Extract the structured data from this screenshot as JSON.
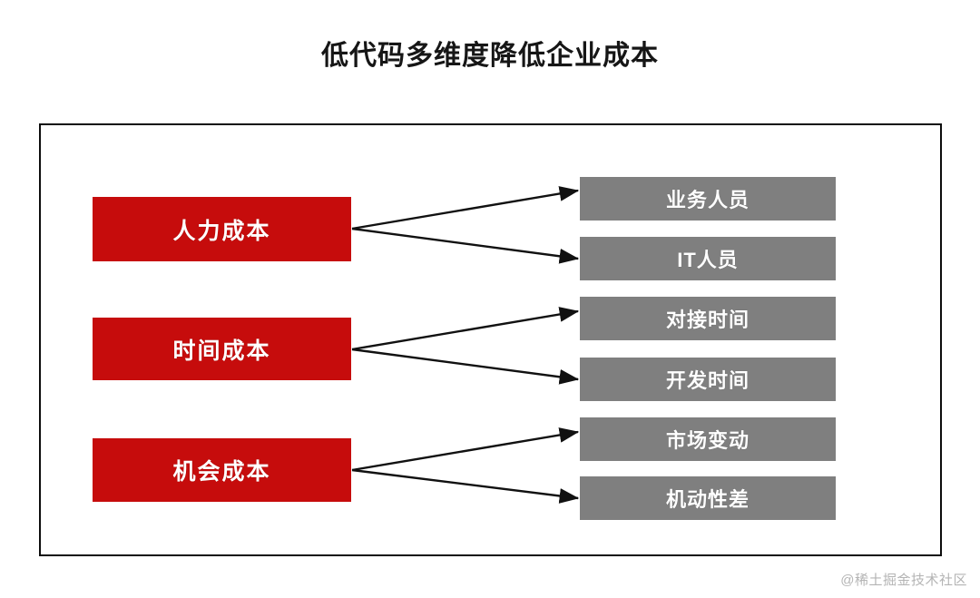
{
  "title": "低代码多维度降低企业成本",
  "colors": {
    "cost_box": "#c60c0c",
    "factor_box": "#7f7f7f",
    "frame_border": "#0d0d0d",
    "arrow": "#111111",
    "title_text": "#161616",
    "watermark_text": "#b4b4b4",
    "background": "#ffffff"
  },
  "diagram": {
    "type": "flow",
    "costs": [
      {
        "id": "labor",
        "label": "人力成本"
      },
      {
        "id": "time",
        "label": "时间成本"
      },
      {
        "id": "opportunity",
        "label": "机会成本"
      }
    ],
    "factors": [
      {
        "id": "business-staff",
        "label": "业务人员",
        "from": "labor"
      },
      {
        "id": "it-staff",
        "label": "IT人员",
        "from": "labor"
      },
      {
        "id": "integration-time",
        "label": "对接时间",
        "from": "time"
      },
      {
        "id": "development-time",
        "label": "开发时间",
        "from": "time"
      },
      {
        "id": "market-change",
        "label": "市场变动",
        "from": "opportunity"
      },
      {
        "id": "low-agility",
        "label": "机动性差",
        "from": "opportunity"
      }
    ],
    "connections": [
      {
        "from": "labor",
        "to": "business-staff"
      },
      {
        "from": "labor",
        "to": "it-staff"
      },
      {
        "from": "time",
        "to": "integration-time"
      },
      {
        "from": "time",
        "to": "development-time"
      },
      {
        "from": "opportunity",
        "to": "market-change"
      },
      {
        "from": "opportunity",
        "to": "low-agility"
      }
    ]
  },
  "watermark": "@稀土掘金技术社区"
}
